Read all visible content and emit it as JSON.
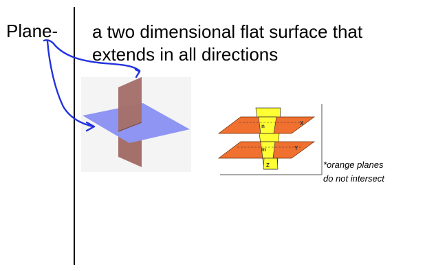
{
  "term": "Plane-",
  "definition": {
    "line1": "a two dimensional flat surface that",
    "line2": "extends in all directions"
  },
  "note": {
    "line1": "*orange planes",
    "line2": "do not intersect"
  },
  "figure2_labels": {
    "n": "n",
    "x": "X",
    "m": "m",
    "y": "Y",
    "z": "Z"
  },
  "colors": {
    "annotation_ink": "#2233dd",
    "blue_plane": "#8f95f2",
    "brown_plane": "#a5706a",
    "orange_plane": "#f07030",
    "yellow_plane": "#ffff33"
  }
}
